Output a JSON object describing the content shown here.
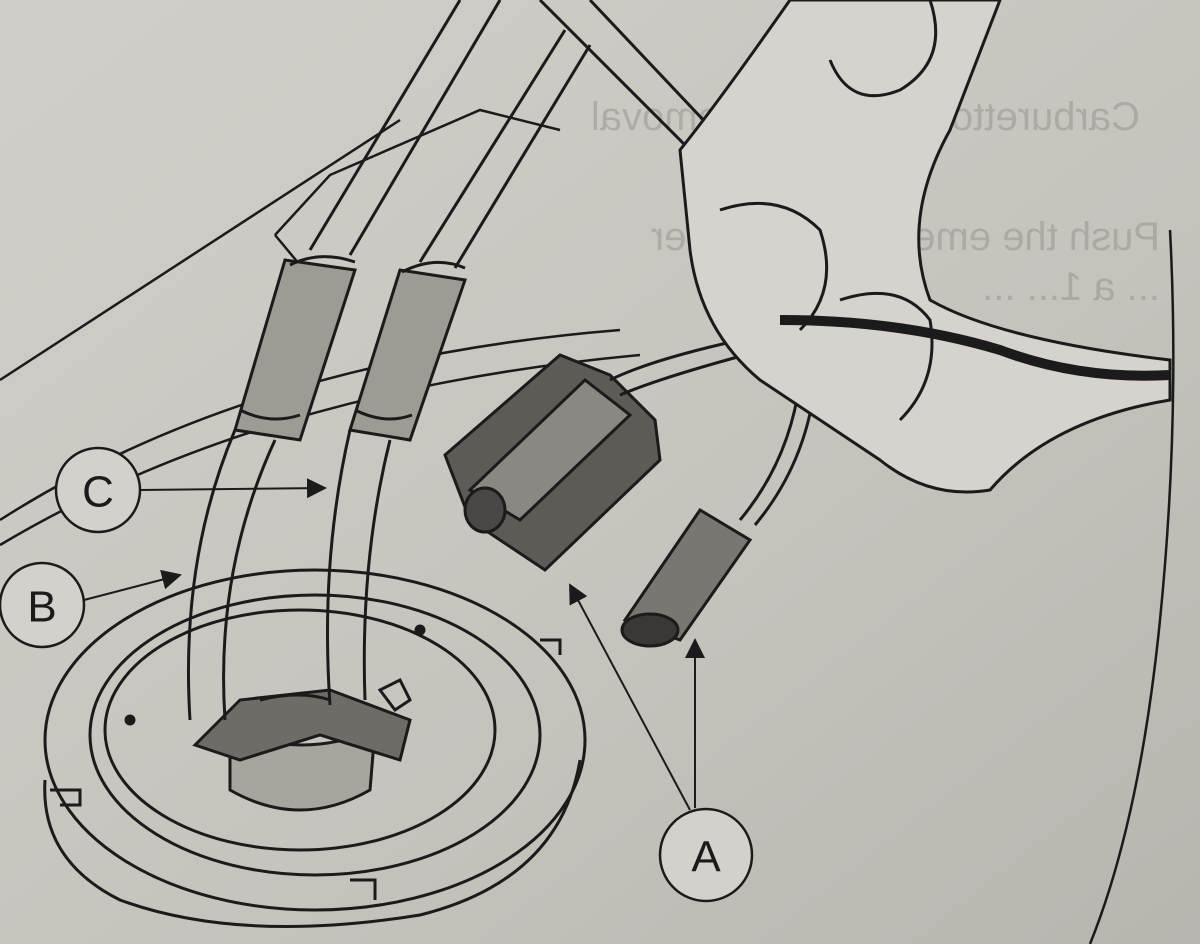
{
  "figure": {
    "kind": "technical line illustration",
    "ink_color": "#1b1b1b",
    "paper_color": "#c9c6c0",
    "show_through_text": [
      "Carburettor – single ... removal",
      "Push the emergency ... lever",
      "... a 1... ...",
      "..."
    ]
  },
  "callouts": [
    {
      "id": "C",
      "label": "C"
    },
    {
      "id": "B",
      "label": "B"
    },
    {
      "id": "A",
      "label": "A"
    }
  ]
}
